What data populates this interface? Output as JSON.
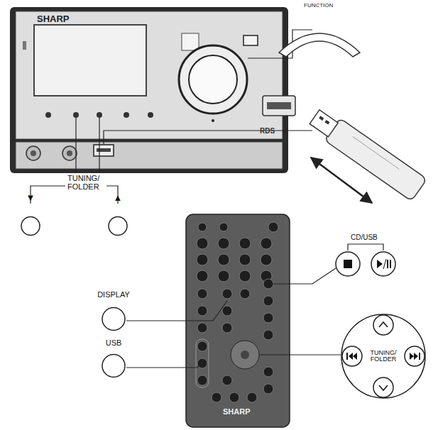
{
  "diagram": {
    "nodes": [
      {
        "text": [
          "▼"
        ]
      },
      {
        "text": [
          "▲"
        ]
      },
      {
        "text": [
          "DISPLAY"
        ]
      },
      {
        "text": [
          "USB"
        ]
      },
      {
        "text": [
          "TUNING/ FOLDER"
        ]
      }
    ],
    "labels": [
      "FUNCTION",
      "TUNING/ FOLDER",
      "CD/USB",
      "SHARP",
      "SHARP",
      "RDS"
    ]
  }
}
